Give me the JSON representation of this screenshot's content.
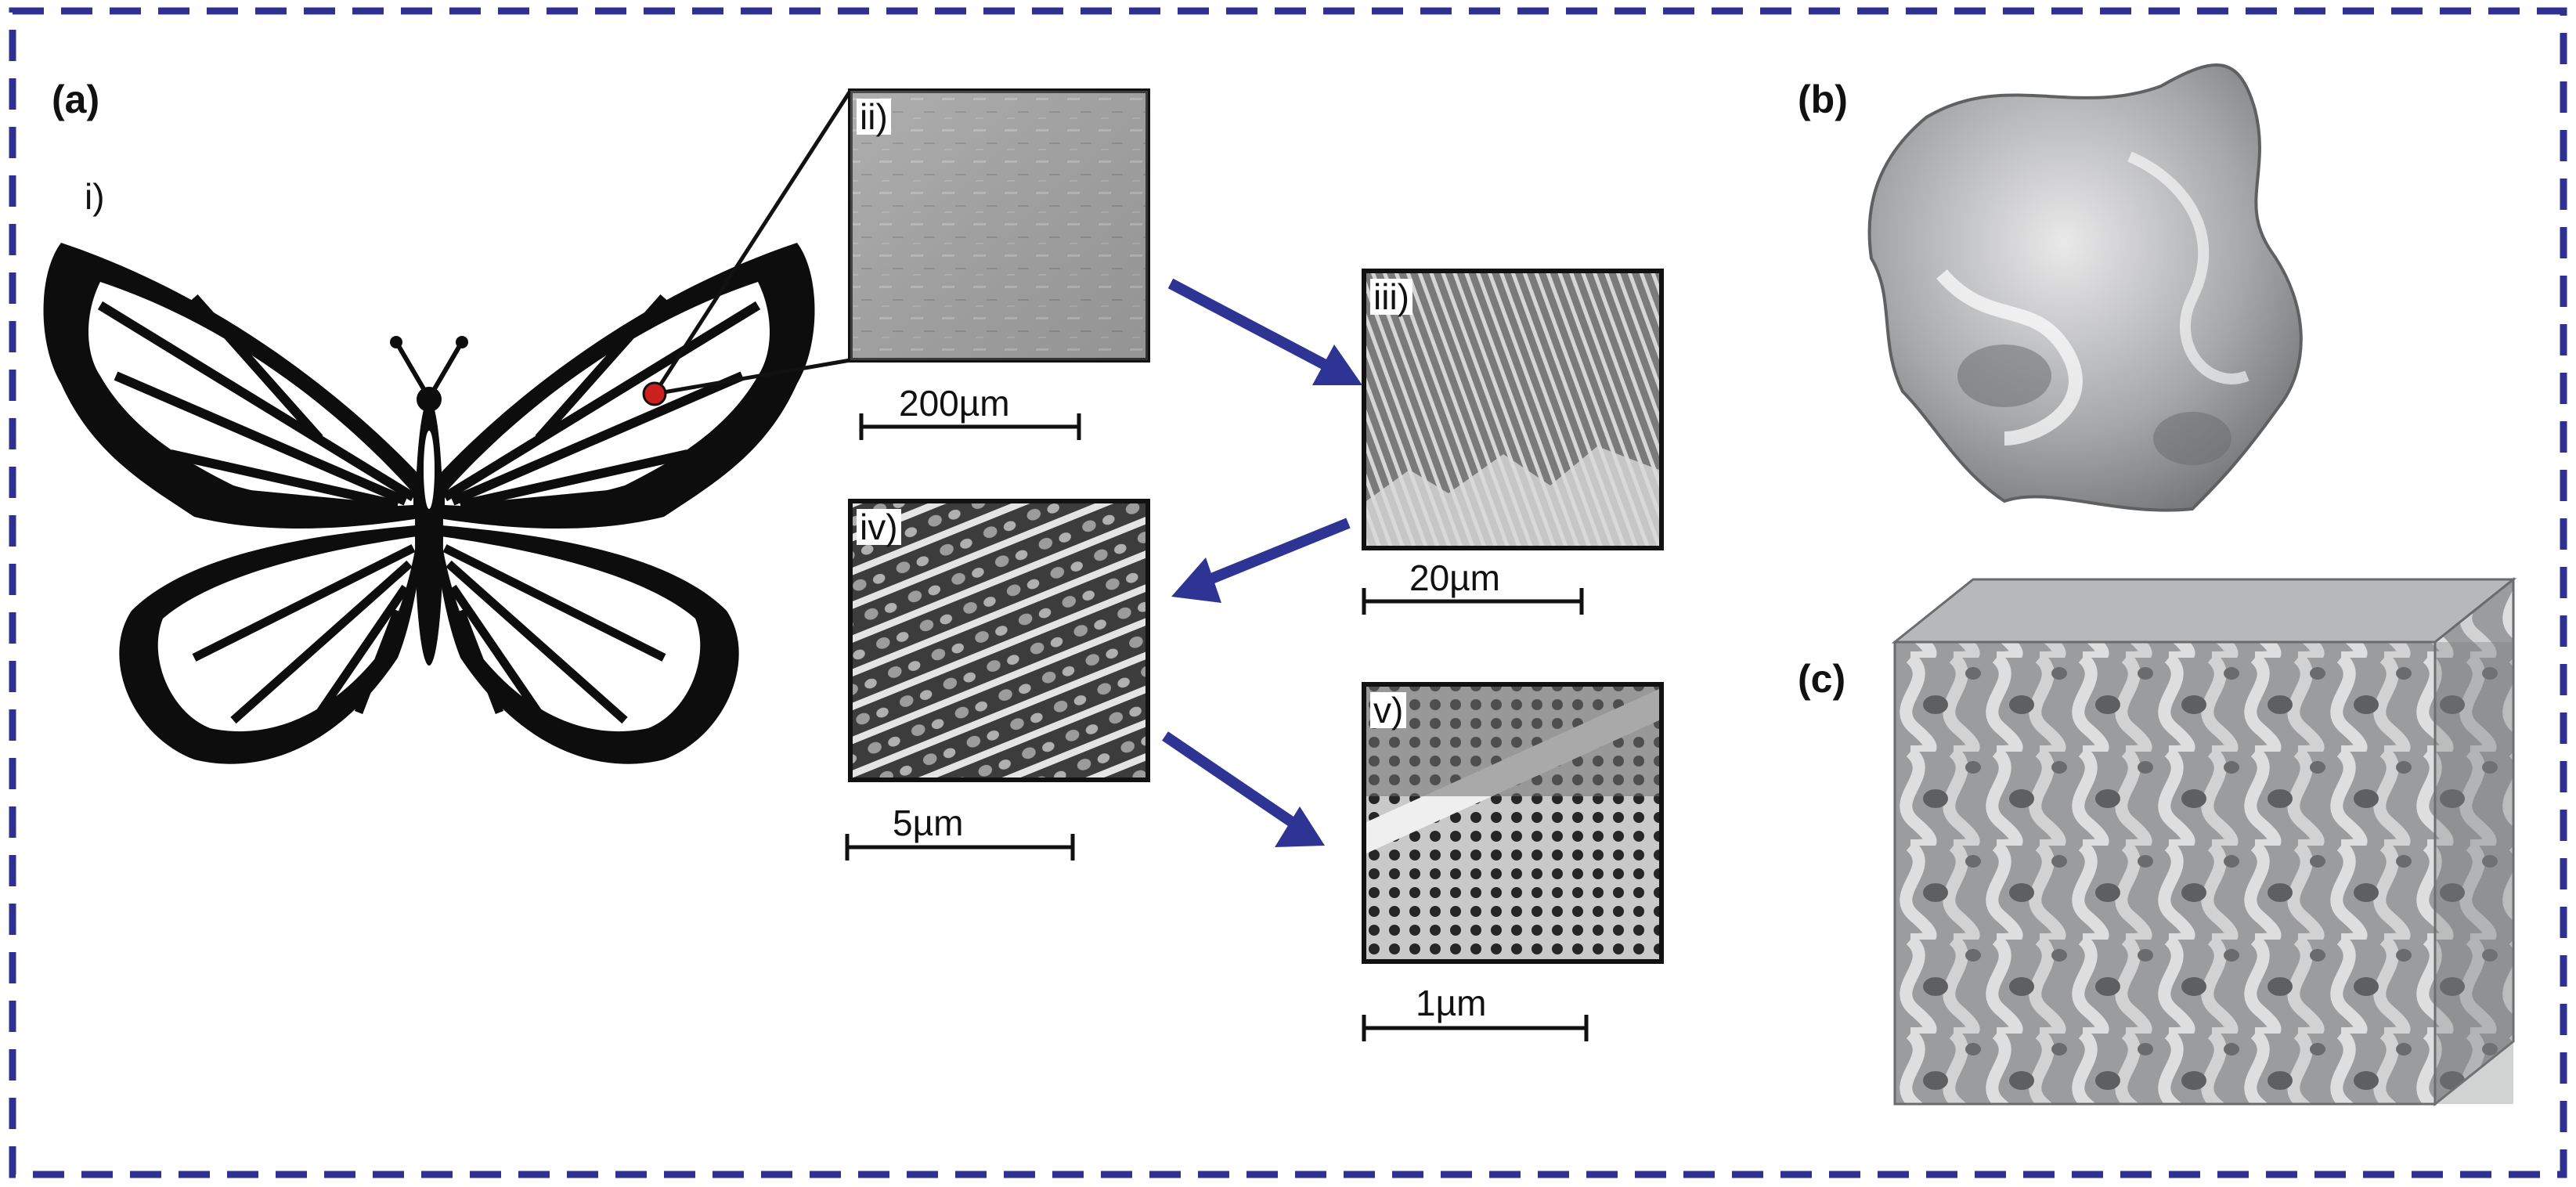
{
  "colors": {
    "border": "#2f3192",
    "arrow": "#2e3494",
    "marker": "#cc1f1f",
    "sem_background": "#8a8a8a",
    "structure_gray": "#9a9b9d"
  },
  "panels": {
    "a": {
      "label": "(a)"
    },
    "b": {
      "label": "(b)"
    },
    "c": {
      "label": "(c)"
    }
  },
  "subpanels": [
    {
      "id": "i",
      "label": "i)",
      "content": "butterfly-illustration"
    },
    {
      "id": "ii",
      "label": "ii)",
      "scale_bar": "200µm"
    },
    {
      "id": "iii",
      "label": "iii)",
      "scale_bar": "20µm"
    },
    {
      "id": "iv",
      "label": "iv)",
      "scale_bar": "5µm"
    },
    {
      "id": "v",
      "label": "v)",
      "scale_bar": "1µm"
    }
  ],
  "icons": {
    "zoom_arrow": "arrow-right-icon",
    "sample_marker": "dot-icon"
  }
}
